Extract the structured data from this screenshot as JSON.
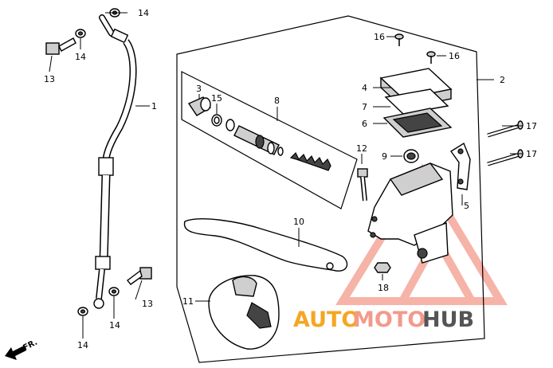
{
  "callouts": {
    "c1": "1",
    "c2": "2",
    "c3": "3",
    "c4": "4",
    "c5": "5",
    "c6": "6",
    "c7": "7",
    "c8": "8",
    "c9": "9",
    "c10": "10",
    "c11": "11",
    "c12": "12",
    "c13a": "13",
    "c13b": "13",
    "c14a": "14",
    "c14b": "14",
    "c14c": "14",
    "c14d": "14",
    "c15": "15",
    "c16a": "16",
    "c16b": "16",
    "c17a": "17",
    "c17b": "17",
    "c18": "18"
  },
  "direction": {
    "label": "FR."
  },
  "watermark": {
    "part1": "AUTO",
    "part2": "MOTO",
    "part3": "HUB",
    "color1": "#F5A623",
    "color2": "#F39A8C",
    "color3": "#555555",
    "triangle_color": "#F39A8C"
  }
}
